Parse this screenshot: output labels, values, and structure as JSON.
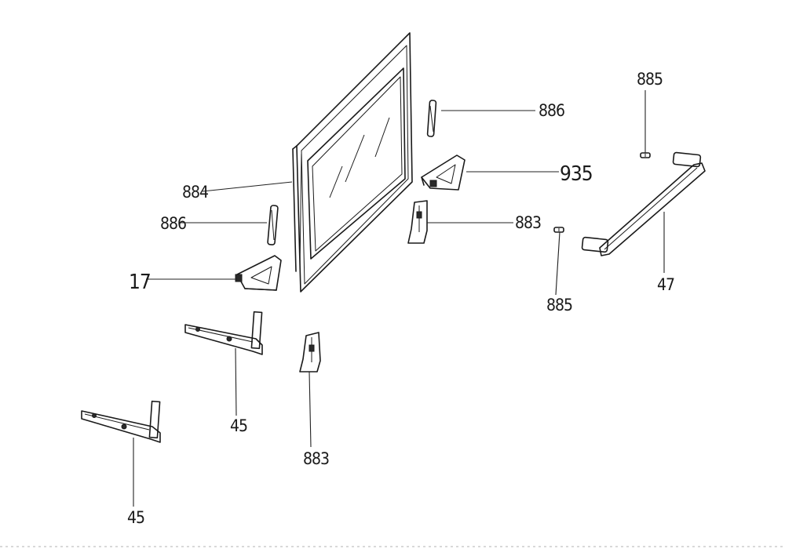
{
  "callouts": {
    "door_panel": "884",
    "seal_right": "886",
    "seal_left": "886",
    "bracket_right": "935",
    "bracket_left": "17",
    "hinge_receiver_upper": "883",
    "hinge_receiver_lower": "883",
    "hinge_upper": "45",
    "hinge_lower": "45",
    "handle": "47",
    "screw_top": "885",
    "screw_bottom": "885"
  }
}
